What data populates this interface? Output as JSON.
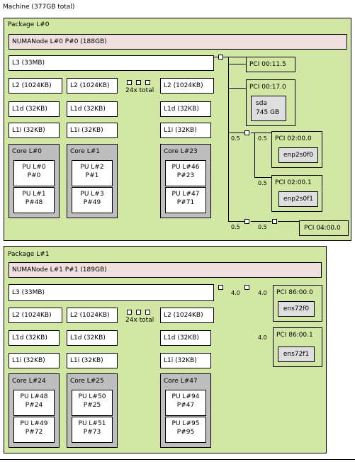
{
  "machine": {
    "label": "Machine (377GB total)"
  },
  "packages": [
    {
      "label": "Package L#0",
      "numa": "NUMANode L#0 P#0 (188GB)",
      "l3": "L3 (33MB)",
      "l2": [
        "L2 (1024KB)",
        "L2 (1024KB)",
        "L2 (1024KB)"
      ],
      "l1d": [
        "L1d (32KB)",
        "L1d (32KB)",
        "L1d (32KB)"
      ],
      "l1i": [
        "L1i (32KB)",
        "L1i (32KB)",
        "L1i (32KB)"
      ],
      "total": "24x total",
      "cores": [
        {
          "label": "Core L#0",
          "pus": [
            [
              "PU L#0",
              "P#0"
            ],
            [
              "PU L#1",
              "P#48"
            ]
          ]
        },
        {
          "label": "Core L#1",
          "pus": [
            [
              "PU L#2",
              "P#1"
            ],
            [
              "PU L#3",
              "P#49"
            ]
          ]
        },
        {
          "label": "Core L#23",
          "pus": [
            [
              "PU L#46",
              "P#23"
            ],
            [
              "PU L#47",
              "P#71"
            ]
          ]
        }
      ],
      "pci": {
        "p0": "PCI 00:11.5",
        "p1": "PCI 00:17.0",
        "p1_dev": [
          "sda",
          "745 GB"
        ],
        "p2": "PCI 02:00.0",
        "p2_dev": "enp2s0f0",
        "p3": "PCI 02:00.1",
        "p3_dev": "enp2s0f1",
        "p4": "PCI 04:00.0",
        "speeds": [
          "0.5",
          "0.5",
          "0.5",
          "0.5",
          "0.5"
        ]
      }
    },
    {
      "label": "Package L#1",
      "numa": "NUMANode L#1 P#1 (189GB)",
      "l3": "L3 (33MB)",
      "l2": [
        "L2 (1024KB)",
        "L2 (1024KB)",
        "L2 (1024KB)"
      ],
      "l1d": [
        "L1d (32KB)",
        "L1d (32KB)",
        "L1d (32KB)"
      ],
      "l1i": [
        "L1i (32KB)",
        "L1i (32KB)",
        "L1i (32KB)"
      ],
      "total": "24x total",
      "cores": [
        {
          "label": "Core L#24",
          "pus": [
            [
              "PU L#48",
              "P#24"
            ],
            [
              "PU L#49",
              "P#72"
            ]
          ]
        },
        {
          "label": "Core L#25",
          "pus": [
            [
              "PU L#50",
              "P#25"
            ],
            [
              "PU L#51",
              "P#73"
            ]
          ]
        },
        {
          "label": "Core L#47",
          "pus": [
            [
              "PU L#94",
              "P#47"
            ],
            [
              "PU L#95",
              "P#95"
            ]
          ]
        }
      ],
      "pci": {
        "p0": "PCI 86:00.0",
        "p0_dev": "ens72f0",
        "p1": "PCI 86:00.1",
        "p1_dev": "ens72f1",
        "speeds": [
          "4.0",
          "4.0",
          "4.0"
        ]
      }
    }
  ]
}
